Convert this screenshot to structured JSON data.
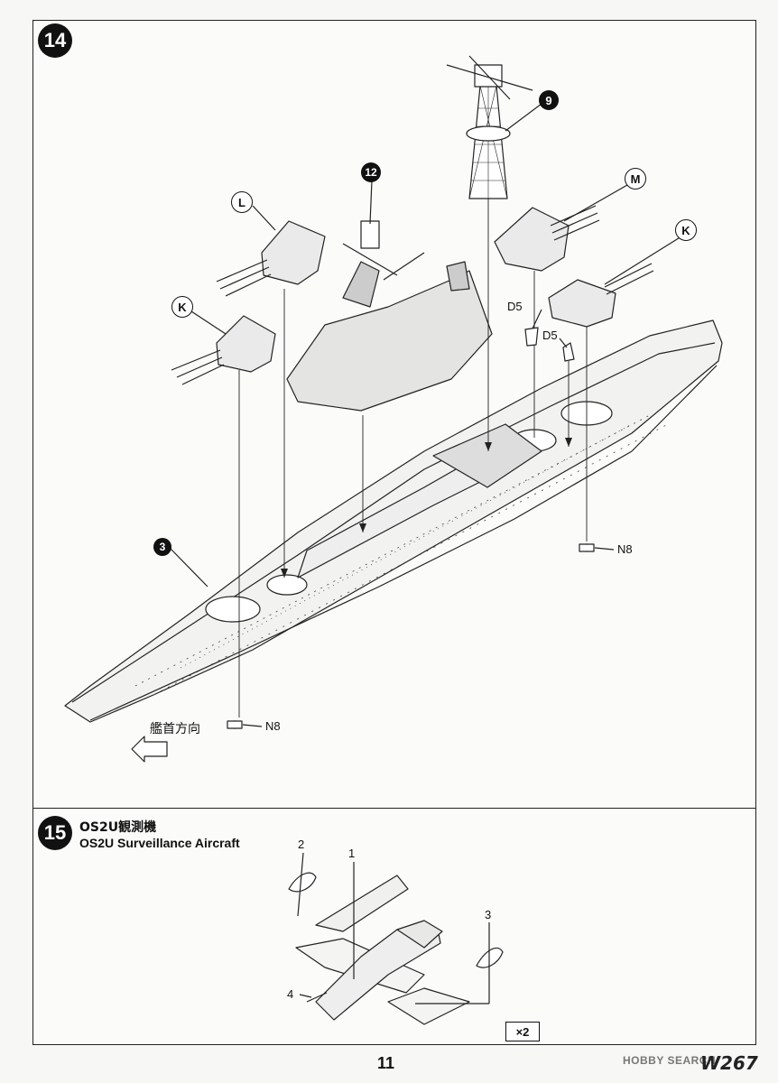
{
  "step14": {
    "number": "14",
    "callouts": {
      "circled_L": "L",
      "circled_K_left": "K",
      "circled_12": "12",
      "circled_9": "9",
      "circled_M": "M",
      "circled_K_right": "K",
      "circled_3": "3",
      "part_D5_a": "D5",
      "part_D5_b": "D5",
      "part_N8_right": "N8",
      "part_N8_left": "N8"
    },
    "direction_label": "艦首方向"
  },
  "step15": {
    "number": "15",
    "title_jp": "OS2U観測機",
    "title_en": "OS2U Surveillance Aircraft",
    "parts": {
      "p1": "1",
      "p2": "2",
      "p3": "3",
      "p4": "4"
    },
    "quantity": "×2"
  },
  "footer": {
    "page_number": "11",
    "model_code": "W267",
    "watermark": "HOBBY SEARCH"
  }
}
